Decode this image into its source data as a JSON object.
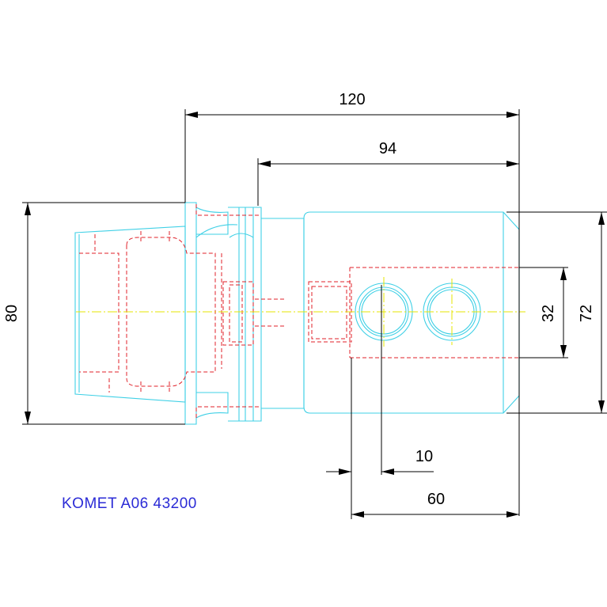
{
  "title_block": {
    "part_label": "KOMET A06 43200"
  },
  "dimensions": {
    "overall_length": "120",
    "body_length": "94",
    "flange_diameter": "80",
    "body_height": "72",
    "bore_spacing": "32",
    "offset": "10",
    "bore_depth": "60"
  },
  "colors": {
    "outline": "#3fd0e6",
    "hidden_lines": "#e0222a",
    "centerlines": "#e6e600",
    "dimension_lines": "#000000",
    "caption": "#2b2bd6"
  }
}
